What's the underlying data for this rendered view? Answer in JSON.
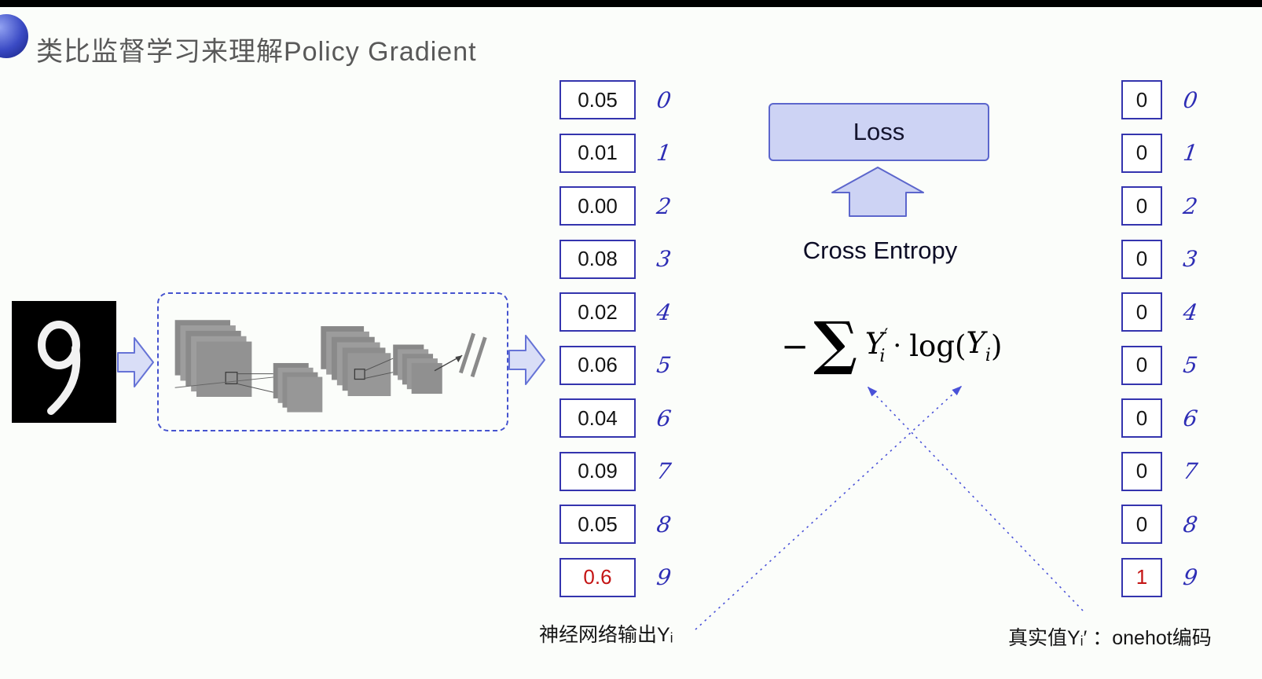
{
  "title": "类比监督学习来理解Policy Gradient",
  "digit_image": {
    "label": "9"
  },
  "loss": {
    "label": "Loss"
  },
  "cross_entropy_label": "Cross Entropy",
  "formula": {
    "minus": "−",
    "sigma": "∑",
    "y": "Y",
    "prime": "′",
    "sub_i": "i",
    "dot": "·",
    "log_open": "log(",
    "close": ")"
  },
  "output_column": {
    "caption": "神经网络输出Yᵢ",
    "values": [
      "0.05",
      "0.01",
      "0.00",
      "0.08",
      "0.02",
      "0.06",
      "0.04",
      "0.09",
      "0.05",
      "0.6"
    ],
    "labels": [
      "0",
      "1",
      "2",
      "3",
      "4",
      "5",
      "6",
      "7",
      "8",
      "9"
    ],
    "highlight_index": 9
  },
  "onehot_column": {
    "caption": "真实值Yᵢ′ ：onehot编码",
    "values": [
      "0",
      "0",
      "0",
      "0",
      "0",
      "0",
      "0",
      "0",
      "0",
      "1"
    ],
    "labels": [
      "0",
      "1",
      "2",
      "3",
      "4",
      "5",
      "6",
      "7",
      "8",
      "9"
    ],
    "highlight_index": 9
  },
  "colors": {
    "box_border_blue": "#3434ae",
    "handwriting_blue": "#2d2db5",
    "highlight_red": "#c41414",
    "loss_fill": "#cdd3f4",
    "loss_border": "#5c66cc",
    "arrow_fill": "#d9def7",
    "arrow_stroke": "#6673d6",
    "dashed_border": "#4553cf",
    "pointer_line": "#4a52d8"
  }
}
